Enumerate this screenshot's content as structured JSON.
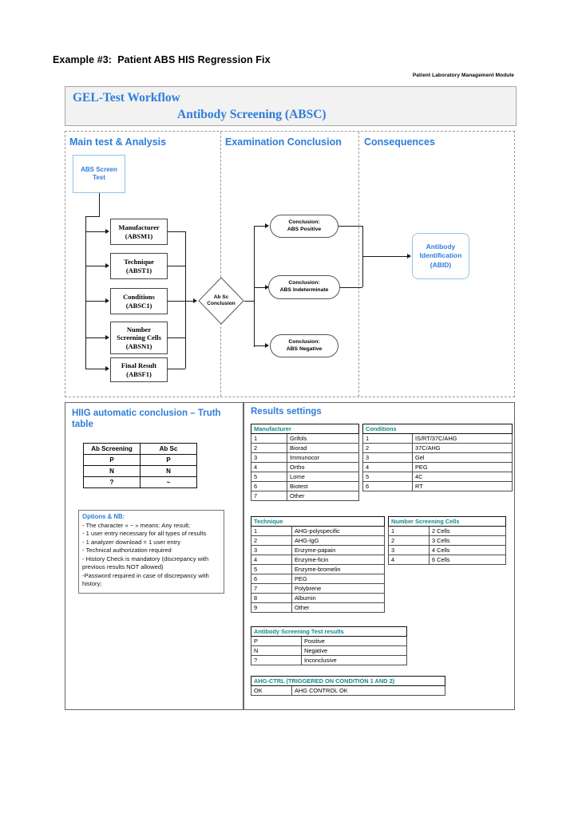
{
  "document": {
    "title": "Example #3:  Patient ABS HIS Regression Fix",
    "module_label": "Patient Laboratory Management Module"
  },
  "banner": {
    "line1": "GEL-Test Workflow",
    "line2": "Antibody Screening (ABSC)",
    "accent_color": "#2e7ddb",
    "background": "#f2f2f2"
  },
  "workflow": {
    "columns": [
      {
        "heading": "Main test & Analysis"
      },
      {
        "heading": "Examination Conclusion"
      },
      {
        "heading": "Consequences"
      }
    ],
    "start_node": "ABS Screen\nTest",
    "steps": [
      {
        "name": "Manufacturer",
        "code": "(ABSM1)"
      },
      {
        "name": "Technique",
        "code": "(ABST1)"
      },
      {
        "name": "Conditions",
        "code": "(ABSC1)"
      },
      {
        "name": "Number\nScreening Cells",
        "code": "(ABSN1)"
      },
      {
        "name": "Final Result",
        "code": "(ABSF1)"
      }
    ],
    "decision": "Ab Sc\nConclusion",
    "conclusions": [
      "Conclusion:\nABS Positive",
      "Conclusion:\nABS Indeterminate",
      "Conclusion:\nABS Negative"
    ],
    "consequence": "Antibody\nIdentification\n(ABID)"
  },
  "truth_section": {
    "heading": "HIIG automatic conclusion – Truth table",
    "table": {
      "headers": [
        "Ab Screening",
        "Ab Sc"
      ],
      "rows": [
        [
          "P",
          "P"
        ],
        [
          "N",
          "N"
        ],
        [
          "?",
          "~"
        ]
      ]
    },
    "options": {
      "title": "Options & NB:",
      "lines": [
        "- The character « ~ » means: Any result;",
        "- 1 user entry necessary for all types of results",
        "- 1 analyzer download = 1 user entry",
        "- Technical authorization required",
        "- History Check is mandatory (discrepancy with previous results NOT allowed)",
        "-Password required in case of discrepancy with history;"
      ]
    }
  },
  "results_settings": {
    "heading": "Results settings",
    "header_color": "#108a8a",
    "tables": [
      {
        "title": "Manufacturer",
        "rows": [
          [
            "1",
            "Grifols"
          ],
          [
            "2",
            "Biorad"
          ],
          [
            "3",
            "Immunocor"
          ],
          [
            "4",
            "Ortho"
          ],
          [
            "5",
            "Lorne"
          ],
          [
            "6",
            "Biotest"
          ],
          [
            "7",
            "Other"
          ]
        ]
      },
      {
        "title": "Conditions",
        "rows": [
          [
            "1",
            "IS/RT/37C/AHG"
          ],
          [
            "2",
            "37C/AHG"
          ],
          [
            "3",
            "Gel"
          ],
          [
            "4",
            "PEG"
          ],
          [
            "5",
            "4C"
          ],
          [
            "6",
            "RT"
          ]
        ]
      },
      {
        "title": "Technique",
        "rows": [
          [
            "1",
            "AHG-polyspecific"
          ],
          [
            "2",
            "AHG-IgG"
          ],
          [
            "3",
            "Enzyme-papain"
          ],
          [
            "4",
            "Enzyme-ficin"
          ],
          [
            "5",
            "Enzyme-bromelin"
          ],
          [
            "6",
            "PEG"
          ],
          [
            "7",
            "Polybrene"
          ],
          [
            "8",
            "Albumin"
          ],
          [
            "9",
            "Other"
          ]
        ]
      },
      {
        "title": "Number Screening Cells",
        "rows": [
          [
            "1",
            "2 Cells"
          ],
          [
            "2",
            "3 Cells"
          ],
          [
            "3",
            "4 Cells"
          ],
          [
            "4",
            "6 Cells"
          ]
        ]
      },
      {
        "title": "Antibody Screening Test results",
        "rows": [
          [
            "P",
            "Positive"
          ],
          [
            "N",
            "Negative"
          ],
          [
            "?",
            "Inconclusive"
          ]
        ]
      },
      {
        "title": "AHG-CTRL (TRIGGERED ON CONDITION 1 AND 2)",
        "rows": [
          [
            "OK",
            "AHG CONTROL OK"
          ]
        ]
      }
    ]
  }
}
